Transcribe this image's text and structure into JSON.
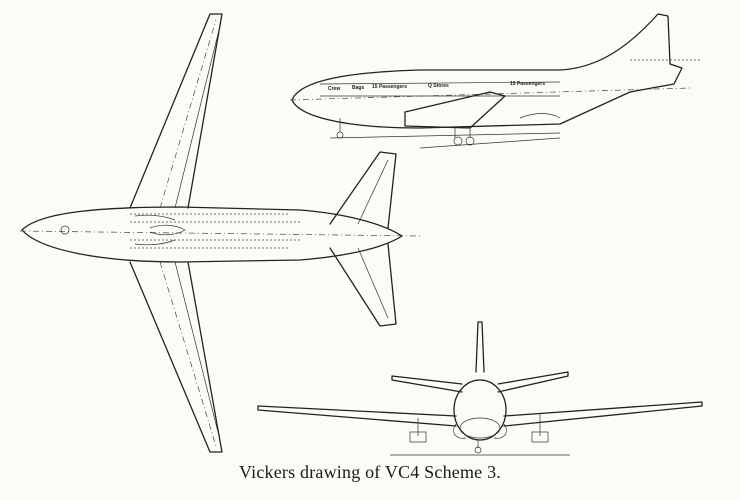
{
  "caption": "Vickers drawing of VC4 Scheme 3.",
  "side_labels": [
    "Crew",
    "Bags",
    "15 Passengers",
    "Q Stores",
    "15 Passengers"
  ]
}
